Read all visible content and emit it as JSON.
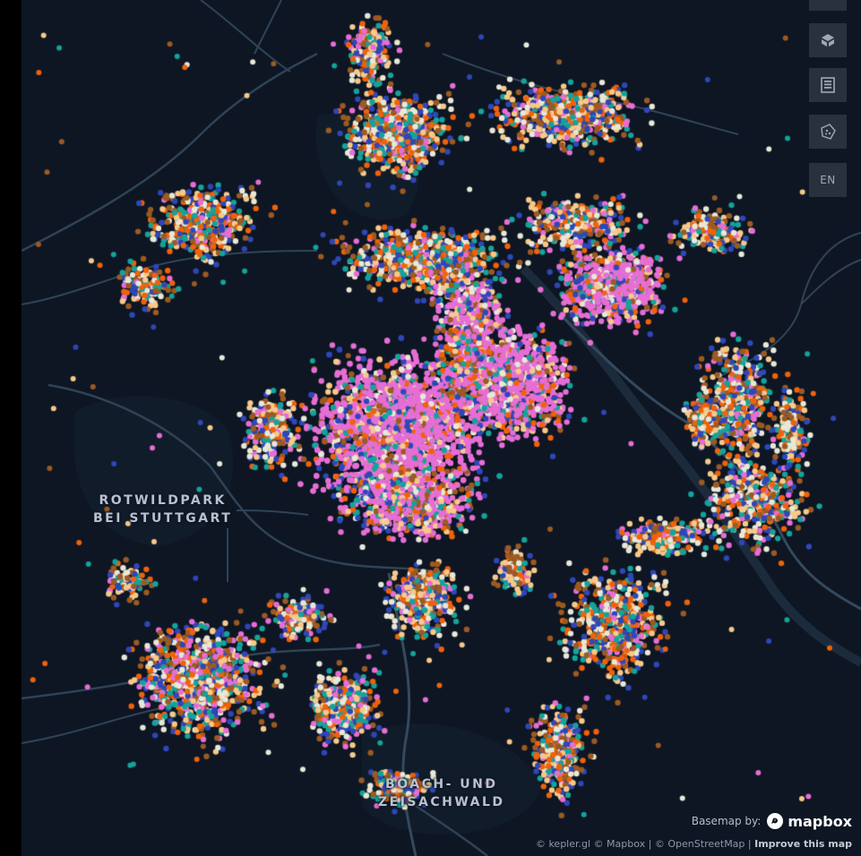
{
  "map": {
    "background_color": "#0e1624",
    "water_color": "#1a2636",
    "road_color": "#2f4356",
    "place_labels": [
      {
        "line1": "ROTWILDPARK",
        "line2": "BEI STUTTGART"
      },
      {
        "line1": "BOACH- UND",
        "line2": "ZEISACHWALD"
      }
    ],
    "point_colors": [
      "#e66ed4",
      "#2e47b8",
      "#f0620a",
      "#9c5a22",
      "#14a39a",
      "#f7c98a",
      "#e8e8d8"
    ]
  },
  "toolbar": {
    "items": [
      {
        "name": "toolbar-top-partial-icon"
      },
      {
        "name": "3d-view-icon"
      },
      {
        "name": "legend-icon"
      },
      {
        "name": "draw-polygon-icon"
      },
      {
        "name": "language-button",
        "label": "EN"
      }
    ]
  },
  "footer": {
    "basemap_label": "Basemap by:",
    "mapbox_logo_text": "mapbox",
    "attribution_kepler": "© kepler.gl",
    "attribution_mapbox": "© Mapbox",
    "attribution_osm": "© OpenStreetMap",
    "attribution_improve": "Improve this map",
    "separator": "|"
  }
}
